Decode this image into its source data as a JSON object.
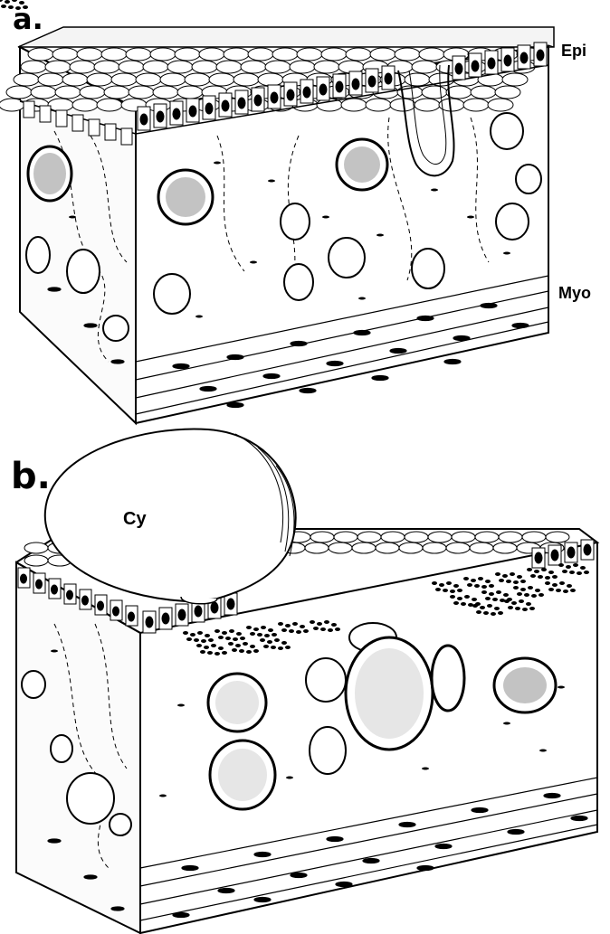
{
  "panels": [
    {
      "letter": "a.",
      "labels": {
        "epithelium": "Epi",
        "myometrium": "Myo"
      }
    },
    {
      "letter": "b.",
      "labels": {
        "cyst": "Cy"
      }
    }
  ]
}
